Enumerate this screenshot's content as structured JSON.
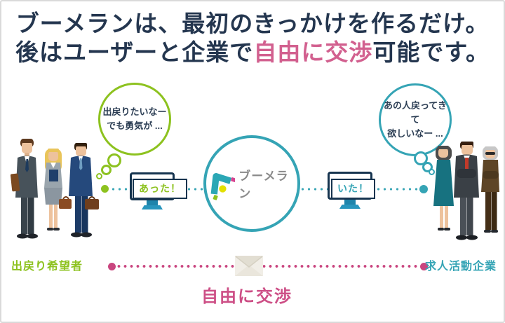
{
  "headline": {
    "line1": "ブーメランは、最初のきっかけを作るだけ。",
    "line2_prefix": "後はユーザーと企業で",
    "line2_highlight": "自由に交渉",
    "line2_suffix": "可能です。",
    "text_color": "#24364f",
    "highlight_color": "#d2608f"
  },
  "seeker_bubble": {
    "line1": "出戻りたいなー",
    "line2": "でも勇気が ..."
  },
  "employer_bubble": {
    "line1": "あの人戻ってきて",
    "line2": "欲しいなー ..."
  },
  "service": {
    "logo_text": "ブーメラン",
    "logo_icon": "boomerang-icon"
  },
  "monitors": {
    "seeker_label": "あった！",
    "employer_label": "いた！",
    "icon": "monitor-icon"
  },
  "footer": {
    "seeker_role": "出戻り希望者",
    "employer_role": "求人活動企業",
    "negotiation_label": "自由に交渉",
    "envelope_icon": "envelope-icon"
  },
  "colors": {
    "green": "#8dc21f",
    "teal": "#35a4b5",
    "pink": "#cd4f86",
    "navy": "#16344f",
    "logo_gray": "#8a8a8a",
    "frame_border": "#dadada"
  }
}
